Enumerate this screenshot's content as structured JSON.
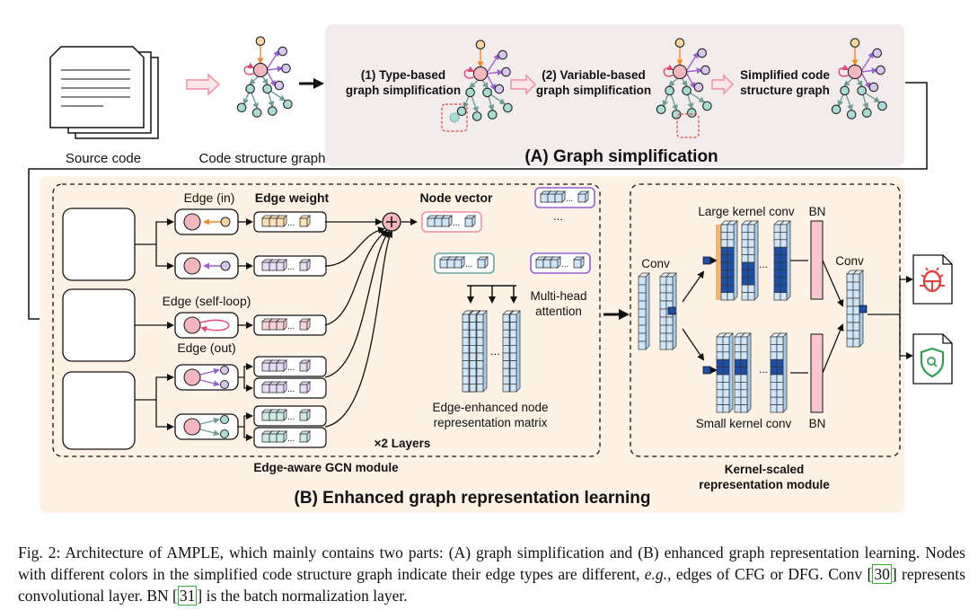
{
  "part_a": {
    "source_code": "Source code",
    "code_structure_graph": "Code structure graph",
    "step1_line1": "(1) Type-based",
    "step1_line2": "graph simplification",
    "step2_line1": "(2) Variable-based",
    "step2_line2": "graph simplification",
    "step3_line1": "Simplified code",
    "step3_line2": "structure graph",
    "title": "(A) Graph simplification"
  },
  "gcn": {
    "edge_in": "Edge (in)",
    "edge_weight": "Edge weight",
    "edge_self_loop": "Edge (self-loop)",
    "edge_out": "Edge (out)",
    "node_vector": "Node vector",
    "ellipsis": "...",
    "multihead_line1": "Multi-head",
    "multihead_line2": "attention",
    "matrix_line1": "Edge-enhanced node",
    "matrix_line2": "representation matrix",
    "layers": "×2 Layers",
    "module_label": "Edge-aware GCN module"
  },
  "kernel": {
    "conv_left": "Conv",
    "large_kernel": "Large kernel conv",
    "bn_top": "BN",
    "conv_right": "Conv",
    "small_kernel": "Small kernel conv",
    "bn_bottom": "BN",
    "module_line1": "Kernel-scaled",
    "module_line2": "representation module"
  },
  "part_b": {
    "title": "(B) Enhanced graph representation learning"
  },
  "caption": {
    "t1": "Fig. 2: Architecture of AMPLE, which mainly contains two parts: (A) graph simplification and (B) enhanced graph representation learning. Nodes with different colors in the simplified code structure graph indicate their edge types are different, ",
    "eg": "e.g.",
    "t2": ", edges of CFG or DFG. Conv [",
    "ref1": "30",
    "t3": "] represents convolutional layer. BN [",
    "ref2": "31",
    "t4": "] is the batch normalization layer."
  },
  "colors": {
    "panel_a_bg": "#f3ecec",
    "panel_b_bg": "#fdf2e3",
    "node_pink": "#f4b6bd",
    "node_orange": "#fbd5a2",
    "node_purple": "#d7c6ef",
    "node_teal": "#a6dcd3",
    "arrow_pink": "#f28e9e",
    "cube_dark_blue": "#1d4fa8",
    "cube_light_blue": "#cfe6f8",
    "bn_pink": "#f8c6d0",
    "bug_red": "#e0423a",
    "shield_green": "#2f9d52"
  },
  "icons": [
    "document-stack-icon",
    "bug-icon",
    "shield-check-icon"
  ]
}
